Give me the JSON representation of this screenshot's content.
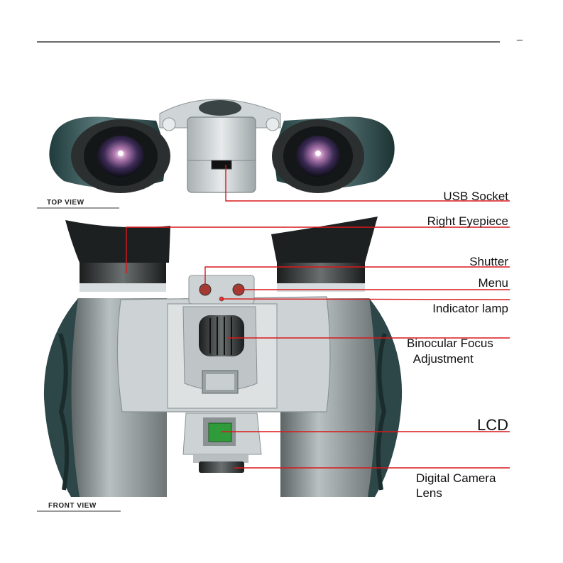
{
  "header": {
    "page_mark": "_"
  },
  "views": {
    "top": "TOP   VIEW",
    "front": "FRONT VIEW"
  },
  "callouts": [
    {
      "id": "usb",
      "lines": [
        "USB Socket"
      ]
    },
    {
      "id": "eyepiece",
      "lines": [
        "Right Eyepiece"
      ]
    },
    {
      "id": "shutter",
      "lines": [
        "Shutter"
      ]
    },
    {
      "id": "menu",
      "lines": [
        "Menu"
      ]
    },
    {
      "id": "lamp",
      "lines": [
        "Indicator lamp"
      ]
    },
    {
      "id": "focus",
      "lines": [
        "Binocular Focus",
        " Adjustment"
      ]
    },
    {
      "id": "lcd",
      "lines": [
        "LCD"
      ]
    },
    {
      "id": "lens",
      "lines": [
        "Digital Camera",
        "Lens"
      ]
    }
  ],
  "colors": {
    "leader": "#d9191c",
    "body_silver": "#c9ced0",
    "rubber_dark": "#2e4a4b",
    "eyecup": "#232727",
    "lcd_green": "#2f9b3a"
  }
}
